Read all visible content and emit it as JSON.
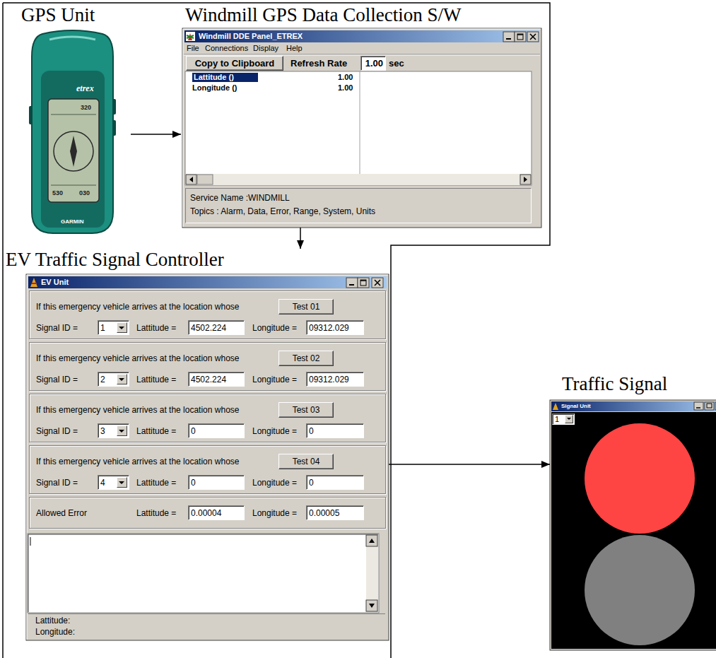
{
  "diagram": {
    "nodes": [
      {
        "text": [
          "GPS Unit"
        ]
      },
      {
        "text": [
          "Windmill GPS Data Collection S/W",
          "Windmill DDE Panel_ETREX"
        ]
      },
      {
        "text": [
          "Copy to Clipboard"
        ],
        "in": 1
      },
      {
        "text": [
          "1.00"
        ],
        "in": 1
      },
      {
        "text": [
          "Lattitude ()",
          "1.00",
          "Longitude ()",
          "1.00"
        ],
        "in": 1
      },
      {
        "text": [
          "Service Name :WINDMILL",
          "Topics : Alarm, Data, Error, Range, System, Units"
        ],
        "in": 1
      },
      {
        "text": [
          "EV Traffic Signal Controller",
          "EV Unit"
        ]
      },
      {
        "text": [
          "If this emergency vehicle arrives at the location whose",
          "Signal ID =",
          "Lattitude =",
          "Longitude ="
        ],
        "in": 6
      },
      {
        "text": [
          "Test 01"
        ],
        "in": 7
      },
      {
        "text": [
          "1"
        ],
        "in": 7
      },
      {
        "text": [
          "4502.224"
        ],
        "in": 7
      },
      {
        "text": [
          "09312.029"
        ],
        "in": 7
      },
      {
        "text": [
          "If this emergency vehicle arrives at the location whose",
          "Signal ID =",
          "Lattitude =",
          "Longitude ="
        ],
        "in": 6
      },
      {
        "text": [
          "Test 02"
        ],
        "in": 12
      },
      {
        "text": [
          "2"
        ],
        "in": 12
      },
      {
        "text": [
          "4502.224"
        ],
        "in": 12
      },
      {
        "text": [
          "09312.029"
        ],
        "in": 12
      },
      {
        "text": [
          "If this emergency vehicle arrives at the location whose",
          "Signal ID =",
          "Lattitude =",
          "Longitude ="
        ],
        "in": 6
      },
      {
        "text": [
          "Test 03"
        ],
        "in": 17
      },
      {
        "text": [
          "3"
        ],
        "in": 17
      },
      {
        "text": [
          "0"
        ],
        "in": 17
      },
      {
        "text": [
          "0"
        ],
        "in": 17
      },
      {
        "text": [
          "If this emergency vehicle arrives at the location whose",
          "Signal ID =",
          "Lattitude =",
          "Longitude ="
        ],
        "in": 6
      },
      {
        "text": [
          "Test 04"
        ],
        "in": 22
      },
      {
        "text": [
          "4"
        ],
        "in": 22
      },
      {
        "text": [
          "0"
        ],
        "in": 22
      },
      {
        "text": [
          "0"
        ],
        "in": 22
      },
      {
        "text": [
          "Allowed Error",
          "Lattitude =",
          "Longitude ="
        ],
        "in": 6
      },
      {
        "text": [
          "0.00004"
        ],
        "in": 27
      },
      {
        "text": [
          "0.00005"
        ],
        "in": 27
      },
      {
        "text": [
          "Lattitude:",
          "Longitude:"
        ],
        "in": 6
      },
      {
        "text": [
          "Traffic Signal",
          "Signal Unit"
        ]
      },
      {
        "text": [
          "1"
        ],
        "in": 31
      }
    ],
    "edges": [
      {
        "from": 0,
        "to": 1,
        "arrow": "to"
      },
      {
        "from": 1,
        "to": 6,
        "arrow": "to"
      },
      {
        "from": 6,
        "to": 31,
        "arrow": "to"
      }
    ],
    "labels": [
      "etrex",
      "320",
      "530",
      "030",
      "GARMIN",
      "File",
      "Connections",
      "Display",
      "Help",
      "Refresh Rate",
      "sec"
    ]
  }
}
